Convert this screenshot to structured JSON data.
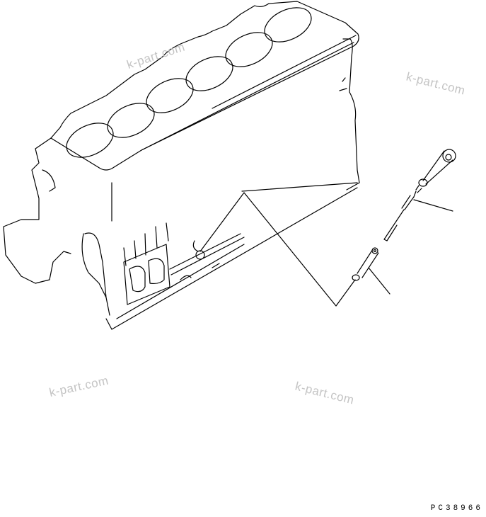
{
  "diagram": {
    "subject": "engine block with oil level gauge (dipstick) and guide tube",
    "parts": [
      {
        "id": "cylinder-block",
        "label": ""
      },
      {
        "id": "dipstick",
        "label": ""
      },
      {
        "id": "dipstick-guide-tube",
        "label": ""
      }
    ],
    "cylinder_count": 6
  },
  "watermarks": [
    {
      "text": "k-part.com"
    },
    {
      "text": "k-part.com"
    },
    {
      "text": "k-part.com"
    },
    {
      "text": "k-part.com"
    }
  ],
  "figure_code": "PC38966",
  "colors": {
    "line": "#000000",
    "watermark": "#c4c4c4",
    "background": "#ffffff"
  }
}
